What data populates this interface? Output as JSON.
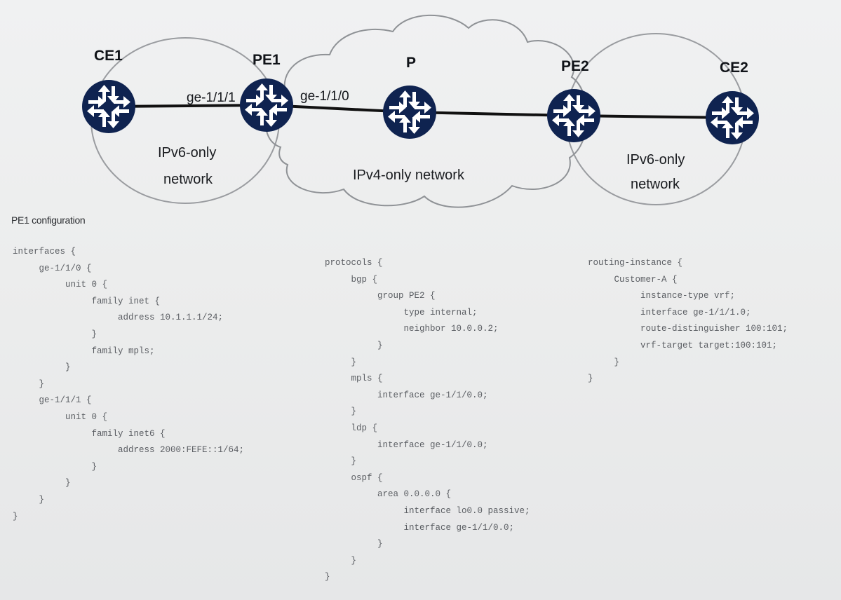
{
  "diagram": {
    "routers": [
      {
        "id": "ce1",
        "label": "CE1"
      },
      {
        "id": "pe1",
        "label": "PE1"
      },
      {
        "id": "p",
        "label": "P"
      },
      {
        "id": "pe2",
        "label": "PE2"
      },
      {
        "id": "ce2",
        "label": "CE2"
      }
    ],
    "interfaces": {
      "pe1_to_ce1": "ge-1/1/1",
      "pe1_to_p": "ge-1/1/0"
    },
    "networks": {
      "left_line1": "IPv6-only",
      "left_line2": "network",
      "core": "IPv4-only network",
      "right_line1": "IPv6-only",
      "right_line2": "network"
    },
    "colors": {
      "router_fill": "#0f2350",
      "router_glyph": "#ffffff",
      "link": "#111111",
      "circle_stroke": "#9a9ca0",
      "cloud_stroke": "#8f9296"
    }
  },
  "config": {
    "title": "PE1 configuration",
    "interfaces_block": [
      "interfaces {",
      "     ge-1/1/0 {",
      "          unit 0 {",
      "               family inet {",
      "                    address 10.1.1.1/24;",
      "               }",
      "               family mpls;",
      "          }",
      "     }",
      "     ge-1/1/1 {",
      "          unit 0 {",
      "               family inet6 {",
      "                    address 2000:FEFE::1/64;",
      "               }",
      "          }",
      "     }",
      "}"
    ],
    "protocols_block": [
      "protocols {",
      "     bgp {",
      "          group PE2 {",
      "               type internal;",
      "               neighbor 10.0.0.2;",
      "          }",
      "     }",
      "     mpls {",
      "          interface ge-1/1/0.0;",
      "     }",
      "     ldp {",
      "          interface ge-1/1/0.0;",
      "     }",
      "     ospf {",
      "          area 0.0.0.0 {",
      "               interface lo0.0 passive;",
      "               interface ge-1/1/0.0;",
      "          }",
      "     }",
      "}"
    ],
    "routing_block": [
      "routing-instance {",
      "     Customer-A {",
      "          instance-type vrf;",
      "          interface ge-1/1/1.0;",
      "          route-distinguisher 100:101;",
      "          vrf-target target:100:101;",
      "     }",
      "}"
    ]
  }
}
